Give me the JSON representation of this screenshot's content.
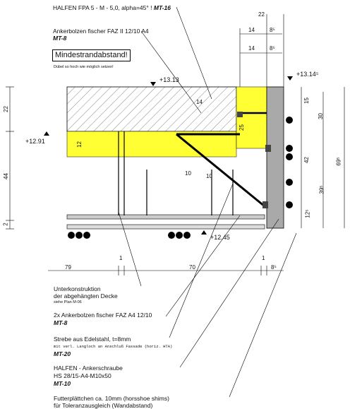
{
  "title_line": {
    "text": "HALFEN FPA 5 - M - 5,0, alpha=45° !",
    "code": "MT-16"
  },
  "anchor_top": {
    "text": "Ankerbolzen fischer FAZ II 12/10 A4",
    "code": "MT-8"
  },
  "edge_note": {
    "title": "Mindestrandabstand!",
    "sub": "Dübel so hoch wie möglich setzen!"
  },
  "levels": {
    "l1": "+13.13",
    "l2": "+13.14⁵",
    "l3": "+12.91",
    "l4": "+12.45"
  },
  "dims_top": {
    "d22": "22",
    "d14": "14",
    "d85": "8⁵",
    "d14b": "14",
    "d85b": "8⁵"
  },
  "dims_left": {
    "d22": "22",
    "d44": "44",
    "d2": "2"
  },
  "dims_right": {
    "d15": "15",
    "d30": "30",
    "d42": "42",
    "d695": "69⁵",
    "d395": "39⁵",
    "d125": "12⁵"
  },
  "dims_inner": {
    "d12": "12",
    "d10": "10",
    "d14": "14",
    "d10b": "10",
    "d25": "25"
  },
  "dims_bottom": {
    "d79": "79",
    "d1": "1",
    "d70": "70",
    "d1b": "1",
    "d85": "8⁵"
  },
  "labels": [
    {
      "id": "unterkonstruktion",
      "lines": [
        "Unterkonstruktion",
        "der abgehängten Decke"
      ],
      "sub": "siehe Plan M-06"
    },
    {
      "id": "anker2",
      "lines": [
        "2x Ankerbolzen fischer FAZ A4 12/10"
      ],
      "code": "MT-8"
    },
    {
      "id": "strebe",
      "lines": [
        "Strebe aus Edelstahl, t=8mm"
      ],
      "mono": "mit verl. Langloch an Anschluß Fassade (horiz. HTA)",
      "code": "MT-20"
    },
    {
      "id": "halfen",
      "lines": [
        "HALFEN - Ankerschraube",
        "HS 28/15-A4-M10x50"
      ],
      "code": "MT-10"
    },
    {
      "id": "futter",
      "lines": [
        "Futterplättchen ca. 10mm (horsshoe shims)",
        "für Toleranzausgleich (Wandabstand)"
      ]
    }
  ],
  "colors": {
    "slab_yellow": "#ffff33",
    "wall_gray": "#a9a9a9",
    "line": "#000000"
  }
}
